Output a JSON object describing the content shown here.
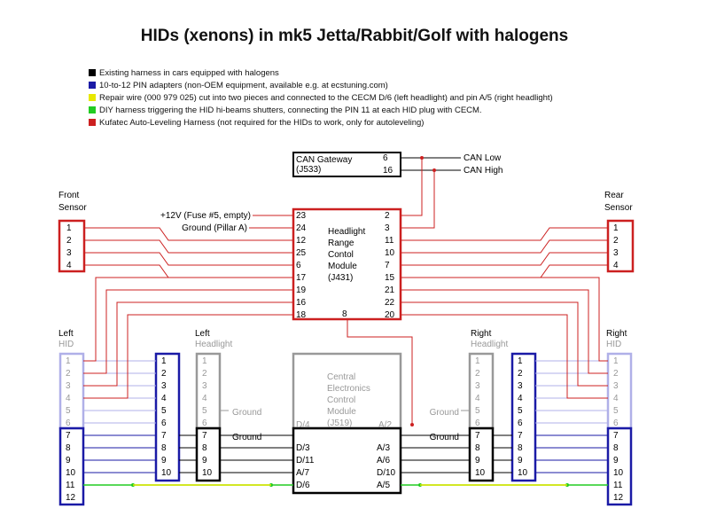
{
  "title": "HIDs (xenons) in mk5 Jetta/Rabbit/Golf with halogens",
  "legend": [
    {
      "color": "#000000",
      "text": "Existing harness in cars equipped with halogens"
    },
    {
      "color": "#1a1aa6",
      "text": "10-to-12 PIN adapters (non-OEM equipment, available e.g. at ecstuning.com)"
    },
    {
      "color": "#e8e800",
      "text": "Repair wire (000 979 025) cut into two pieces and connected to the CECM D/6 (left headlight) and pin A/5 (right headlight)"
    },
    {
      "color": "#22cc22",
      "text": "DIY harness triggering the HID hi-beams shutters, connecting the PIN 11 at each HID plug with CECM."
    },
    {
      "color": "#cc2020",
      "text": "Kufatec Auto-Leveling Harness (not required for the HIDs to work, only for autoleveling)"
    }
  ],
  "gateway": {
    "label1": "CAN Gateway",
    "label2": "(J533)",
    "pin_a": "6",
    "pin_b": "16",
    "can_low": "CAN Low",
    "can_high": "CAN High"
  },
  "hrcm": {
    "label": [
      "Headlight",
      "Range",
      "Contol",
      "Module",
      "(J431)"
    ],
    "left_pins": [
      "23",
      "24",
      "12",
      "25",
      "6",
      "17",
      "19",
      "16",
      "18"
    ],
    "right_pins": [
      "2",
      "3",
      "11",
      "10",
      "7",
      "15",
      "21",
      "22",
      "20"
    ],
    "bottom_pin": "8",
    "input1": "+12V (Fuse #5, empty)",
    "input2": "Ground (Pillar A)"
  },
  "front_sensor": {
    "label1": "Front",
    "label2": "Sensor",
    "pins": [
      "1",
      "2",
      "3",
      "4"
    ]
  },
  "rear_sensor": {
    "label1": "Rear",
    "label2": "Sensor",
    "pins": [
      "1",
      "2",
      "3",
      "4"
    ]
  },
  "left_hid": {
    "label1": "Left",
    "label2": "HID",
    "pins": [
      "1",
      "2",
      "3",
      "4",
      "5",
      "6",
      "7",
      "8",
      "9",
      "10",
      "11",
      "12"
    ]
  },
  "right_hid": {
    "label1": "Right",
    "label2": "HID",
    "pins": [
      "1",
      "2",
      "3",
      "4",
      "5",
      "6",
      "7",
      "8",
      "9",
      "10",
      "11",
      "12"
    ]
  },
  "left_adapter": {
    "pins": [
      "1",
      "2",
      "3",
      "4",
      "5",
      "6",
      "7",
      "8",
      "9",
      "10"
    ]
  },
  "right_adapter": {
    "pins": [
      "1",
      "2",
      "3",
      "4",
      "5",
      "6",
      "7",
      "8",
      "9",
      "10"
    ]
  },
  "left_headlight": {
    "label1": "Left",
    "label2": "Headlight",
    "pins": [
      "1",
      "2",
      "3",
      "4",
      "5",
      "6",
      "7",
      "8",
      "9",
      "10"
    ],
    "ground5": "Ground",
    "ground7": "Ground"
  },
  "right_headlight": {
    "label1": "Right",
    "label2": "Headlight",
    "pins": [
      "1",
      "2",
      "3",
      "4",
      "5",
      "6",
      "7",
      "8",
      "9",
      "10"
    ],
    "ground5": "Ground",
    "ground7": "Ground"
  },
  "cecm": {
    "label": [
      "Central",
      "Electronics",
      "Control",
      "Module",
      "(J519)"
    ],
    "d4": "D/4",
    "a2": "A/2",
    "left_pins": [
      "D/3",
      "D/11",
      "A/7",
      "D/6"
    ],
    "right_pins": [
      "A/3",
      "A/6",
      "D/10",
      "A/5"
    ]
  },
  "colors": {
    "black": "#000000",
    "blue": "#1a1aa6",
    "yellow": "#e8e800",
    "green": "#22cc22",
    "red": "#cc2020",
    "lightblue": "#b0b0e8",
    "lightred": "#e8a0a0",
    "grey": "#999999"
  }
}
